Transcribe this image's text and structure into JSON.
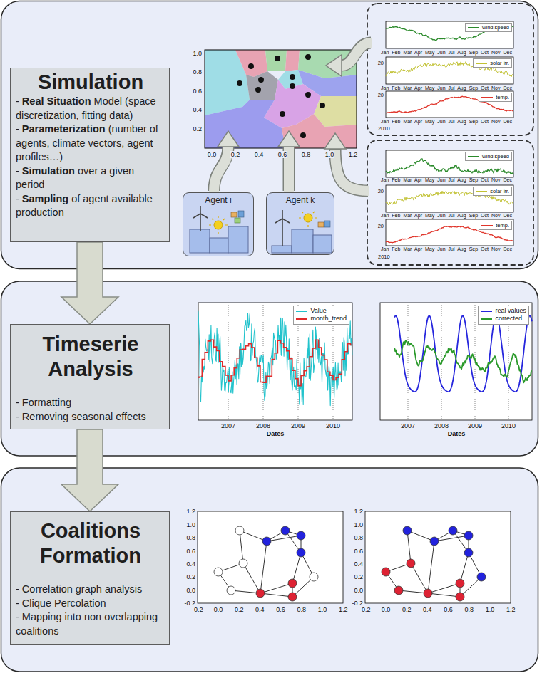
{
  "diagram": {
    "nodes": [
      {
        "text": [
          "Simulation",
          "- Real Situation Model (space discretization, fitting data)",
          "- Parameterization (number of agents, climate vectors, agent profiles…)",
          "- Simulation over a given period",
          "- Sampling of agent available production"
        ]
      },
      {
        "text": [
          "Agent i"
        ]
      },
      {
        "text": [
          "Agent k"
        ]
      },
      {
        "text": [
          "Timeserie Analysis",
          "- Formatting",
          "- Removing seasonal effects"
        ]
      },
      {
        "text": [
          "Coalitions Formation",
          "- Correlation graph analysis",
          "- Clique Percolation",
          "- Mapping into non overlapping coalitions"
        ]
      }
    ],
    "edges": [
      {
        "from": 0,
        "to": 3,
        "arrow": "to"
      },
      {
        "from": 3,
        "to": 4,
        "arrow": "to"
      }
    ],
    "labels": [
      "1.0",
      "0.8",
      "0.6",
      "0.4",
      "0.2",
      "0.0",
      "0.2",
      "0.4",
      "0.6",
      "0.8",
      "1.0",
      "1.2",
      "Jan Feb Mar Apr May Jun Jul Aug Sep Oct Nov Dec",
      "Jan Feb Mar Apr May Jun Jul Aug Sep Oct Nov Dec",
      "Jan Feb Mar Apr May Jun Jul Aug Sep Oct Nov Dec",
      "20",
      "20",
      "2010",
      "Jan Feb Mar Apr May Jun Jul Aug Sep Oct Nov Dec",
      "Jan Feb Mar Apr May Jun Jul Aug Sep Oct Nov Dec",
      "Jan Feb Mar Apr May Jun Jul Aug Sep Oct Nov Dec",
      "20",
      "20",
      "2010",
      "2007",
      "2008",
      "2009",
      "2010",
      "Dates",
      "2007",
      "2008",
      "2009",
      "2010",
      "Dates",
      "1.2",
      "1.0",
      "0.8",
      "0.6",
      "0.4",
      "0.2",
      "0.0",
      "-0.2",
      "-0.2",
      "0.0",
      "0.2",
      "0.4",
      "0.6",
      "0.8",
      "1.0",
      "1.2",
      "1.2",
      "1.0",
      "0.8",
      "0.6",
      "0.4",
      "0.2",
      "0.0",
      "-0.2",
      "-0.2",
      "0.0",
      "0.2",
      "0.4",
      "0.6",
      "0.8",
      "1.0",
      "1.2"
    ],
    "legend": [
      {
        "text": "wind speed"
      },
      {
        "text": "solar irr."
      },
      {
        "text": "temp."
      },
      {
        "text": "wind speed"
      },
      {
        "text": "solar irr."
      },
      {
        "text": "temp."
      },
      {
        "text": "Value"
      },
      {
        "text": "month_trend"
      },
      {
        "text": "real values"
      },
      {
        "text": "corrected"
      }
    ]
  }
}
